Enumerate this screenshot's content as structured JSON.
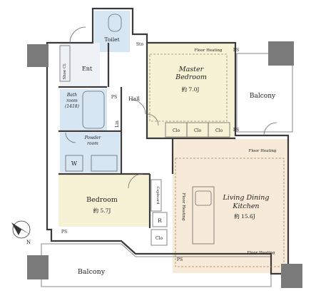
{
  "rooms": {
    "toilet": "Toilet",
    "sto": "Sto",
    "ent": "Ent",
    "shoe_cl": "Shoe Cl.",
    "bath": "Bath\nroom\n(1418)",
    "ps": "PS",
    "lin": "Lin",
    "powder": "Powder\nroom",
    "w": "W",
    "hall": "Hall",
    "master_bedroom": "Master\nBedroom",
    "master_size": "約 7.0J",
    "master_floor_heating": "Floor Heating",
    "clo": "Clo",
    "balcony_right": "Balcony",
    "ldk_floor_heating_top": "Floor Heating",
    "ldk": "Living Dining\nKitchen",
    "ldk_size": "約 15.6J",
    "ldk_floor_heating_left": "Floor Heating",
    "ldk_floor_heating_bottom": "Floor Heating",
    "bedroom": "Bedroom",
    "bedroom_size": "約 5.7J",
    "cupboard": "Cupboard",
    "r": "R",
    "balcony_bottom": "Balcony",
    "compass_n": "N"
  },
  "colors": {
    "master_floor": "#f6f2d6",
    "bedroom_floor": "#f6f2d6",
    "ldk_floor": "#f7ead8",
    "wet_floor": "#d6e6f2",
    "walls": "#3a3a3a"
  }
}
